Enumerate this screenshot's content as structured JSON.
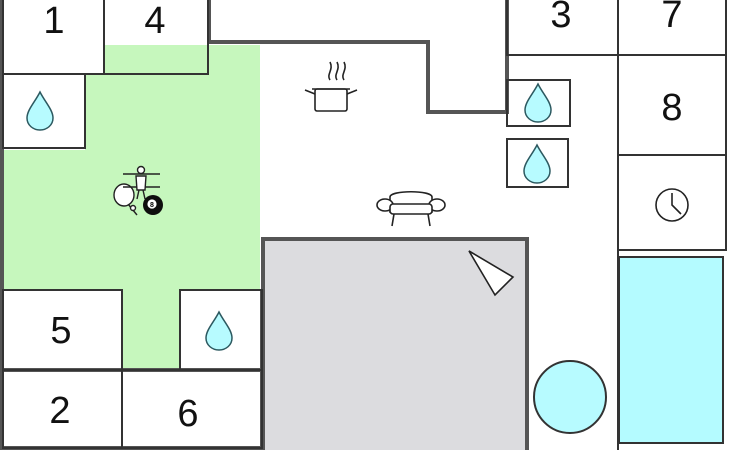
{
  "floorplan": {
    "colors": {
      "background": "#ffffff",
      "wall": "#555555",
      "room_outline": "#333333",
      "activity_area": "#c6f7bd",
      "terrace": "#dcdcdf",
      "water": "#b7fbff",
      "water_outline": "#2c5960",
      "pool": "#b4fbff"
    },
    "rooms": [
      {
        "key": "r1",
        "label": "1"
      },
      {
        "key": "r4",
        "label": "4"
      },
      {
        "key": "r3",
        "label": "3"
      },
      {
        "key": "r7",
        "label": "7"
      },
      {
        "key": "r8",
        "label": "8"
      },
      {
        "key": "r5",
        "label": "5"
      },
      {
        "key": "r2",
        "label": "2"
      },
      {
        "key": "r6",
        "label": "6"
      }
    ],
    "icons": {
      "bathroom": "water-drop-icon",
      "kitchen": "cooking-pot-icon",
      "living": "sofa-icon",
      "games": "table-football-icon",
      "table_tennis": "table-tennis-icon",
      "billiards": "billiard-8-ball-icon",
      "sauna": "clock-icon",
      "view": "direction-arrow-icon",
      "hot_tub": "hot-tub-icon",
      "pool": "swimming-pool-icon"
    },
    "billiard_ball_label": "8"
  }
}
